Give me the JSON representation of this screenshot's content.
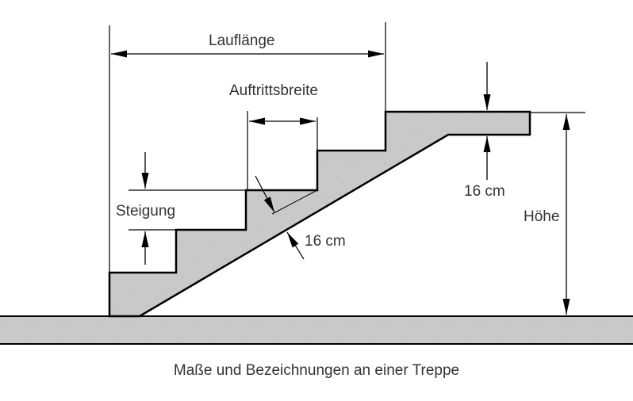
{
  "diagram": {
    "title": "Maße und Bezeichnungen an einer Treppe",
    "labels": {
      "run_length": "Lauflänge",
      "tread_width": "Auftrittsbreite",
      "riser": "Steigung",
      "slab_thickness_diagonal": "16 cm",
      "slab_thickness_landing": "16 cm",
      "height": "Höhe"
    },
    "colors": {
      "concrete": "#c8c8c8",
      "line": "#000000",
      "text": "#333333"
    }
  }
}
